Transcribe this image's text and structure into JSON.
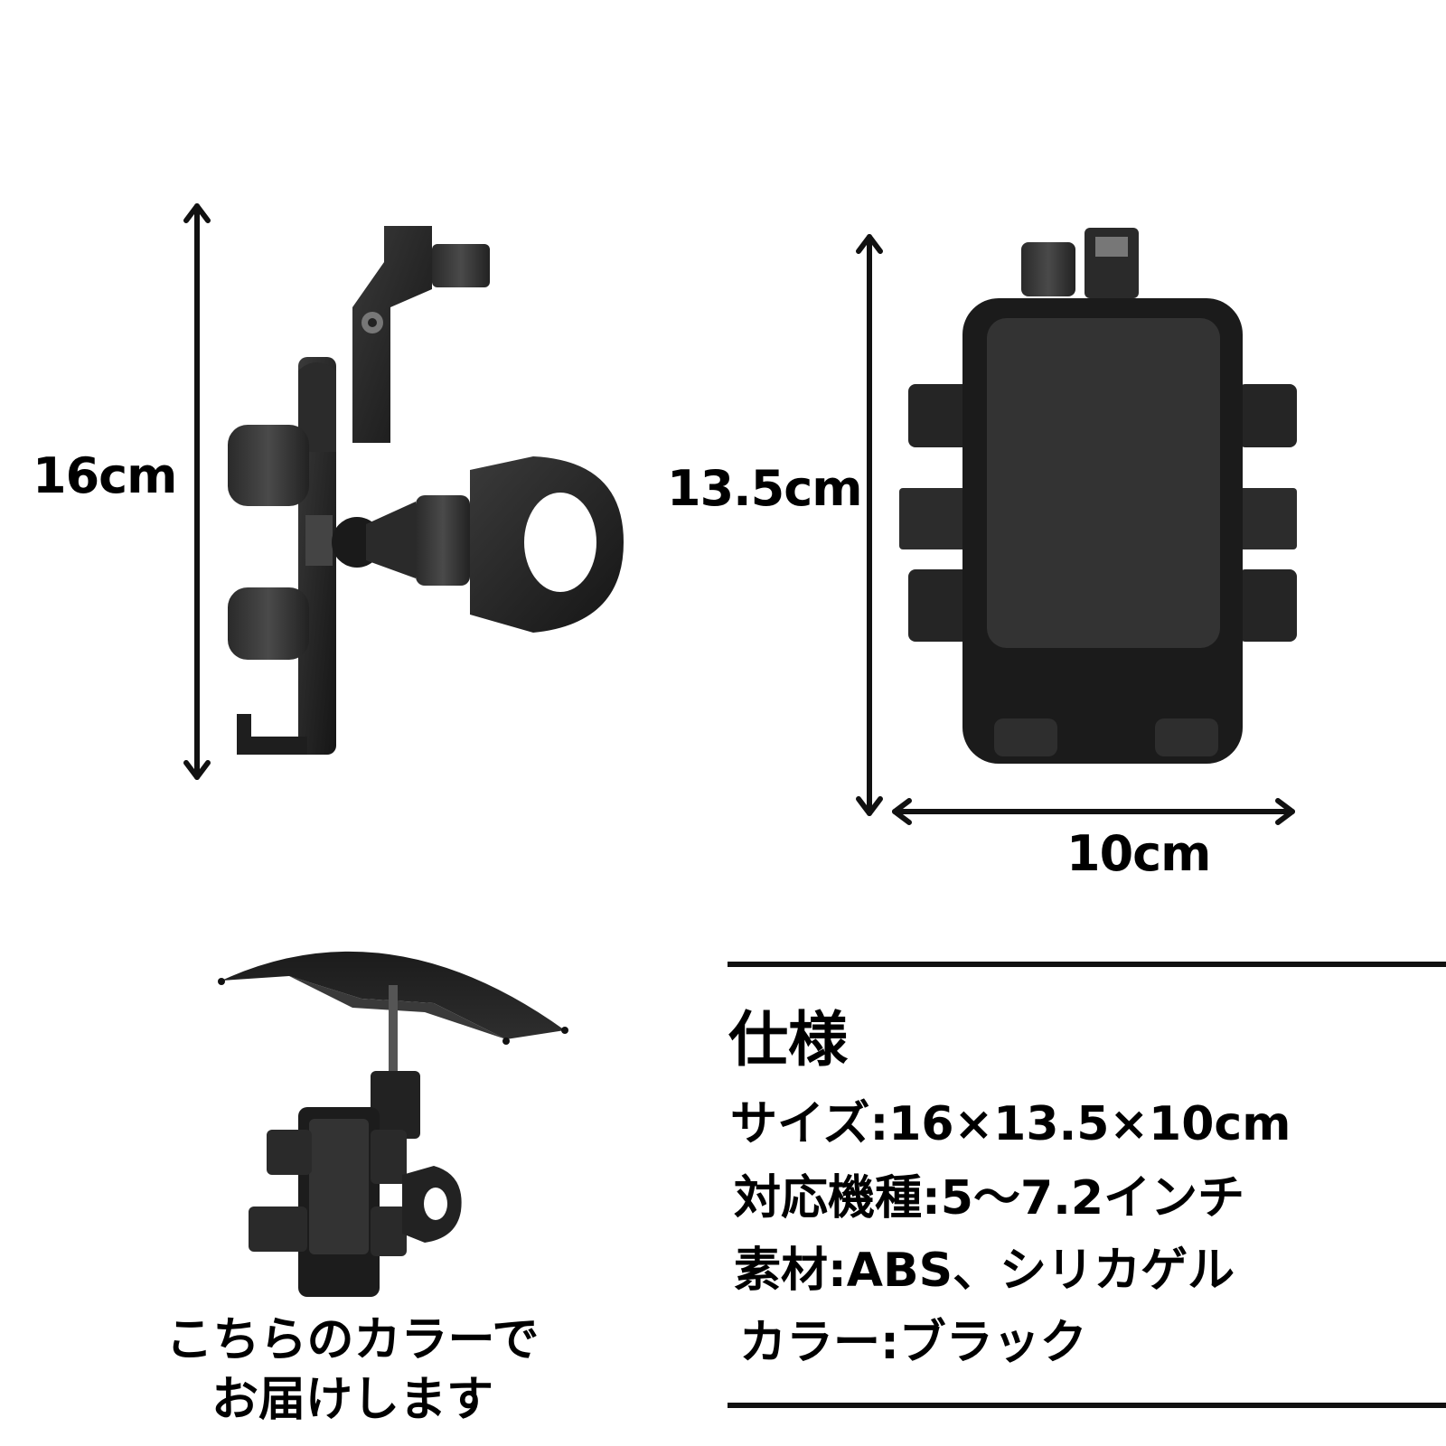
{
  "dimensions": {
    "side_height": "16cm",
    "front_height": "13.5cm",
    "front_width": "10cm"
  },
  "caption": {
    "line1": "こちらのカラーで",
    "line2": "お届けします"
  },
  "specs": {
    "title": "仕様",
    "size": "サイズ:16×13.5×10cm",
    "compatible": "対応機種:5〜7.2インチ",
    "material": "素材:ABS、シリカゲル",
    "color": "カラー:ブラック"
  },
  "icons": {
    "side_view": "phone-holder-side-view",
    "front_view": "phone-holder-front-view",
    "umbrella_product": "umbrella-phone-holder"
  }
}
